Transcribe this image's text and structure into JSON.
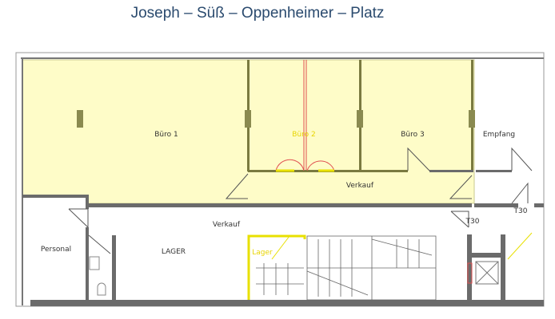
{
  "title": "Joseph – Süß – Oppenheimer – Platz",
  "colors": {
    "office_fill": "#fefcc8",
    "wall": "#6b6b6b",
    "olive_wall": "#7a7a40",
    "yellow_line": "#e8e000",
    "red_line": "#e05050",
    "title": "#2a4a6e"
  },
  "rooms": {
    "buero1": "Büro 1",
    "buero2": "Büro 2",
    "buero3": "Büro 3",
    "empfang": "Empfang",
    "verkauf_upper": "Verkauf",
    "verkauf_lower": "Verkauf",
    "personal": "Personal",
    "lager_main": "LAGER",
    "lager_small": "Lager",
    "t30_left": "T30",
    "t30_right": "T30"
  }
}
